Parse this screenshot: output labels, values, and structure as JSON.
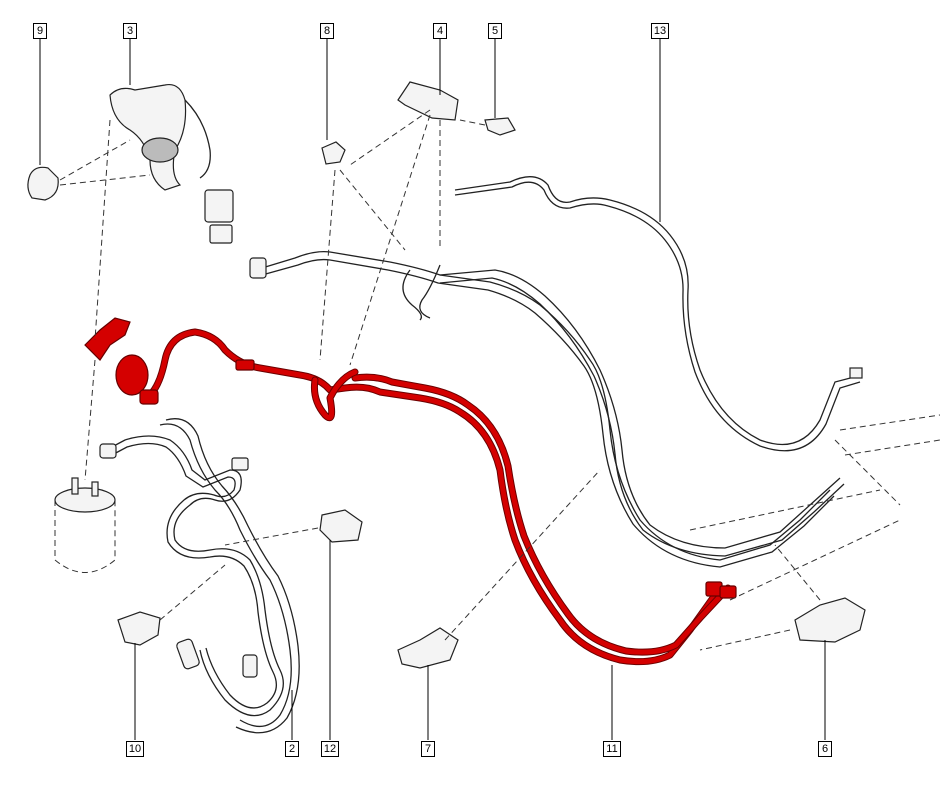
{
  "diagram": {
    "labels": {
      "l2": "2",
      "l3": "3",
      "l4": "4",
      "l5": "5",
      "l6": "6",
      "l7": "7",
      "l8": "8",
      "l9": "9",
      "l10": "10",
      "l11": "11",
      "l12": "12",
      "l13": "13"
    },
    "colors": {
      "highlight": "#d40000",
      "line": "#222222",
      "background": "#ffffff"
    }
  }
}
